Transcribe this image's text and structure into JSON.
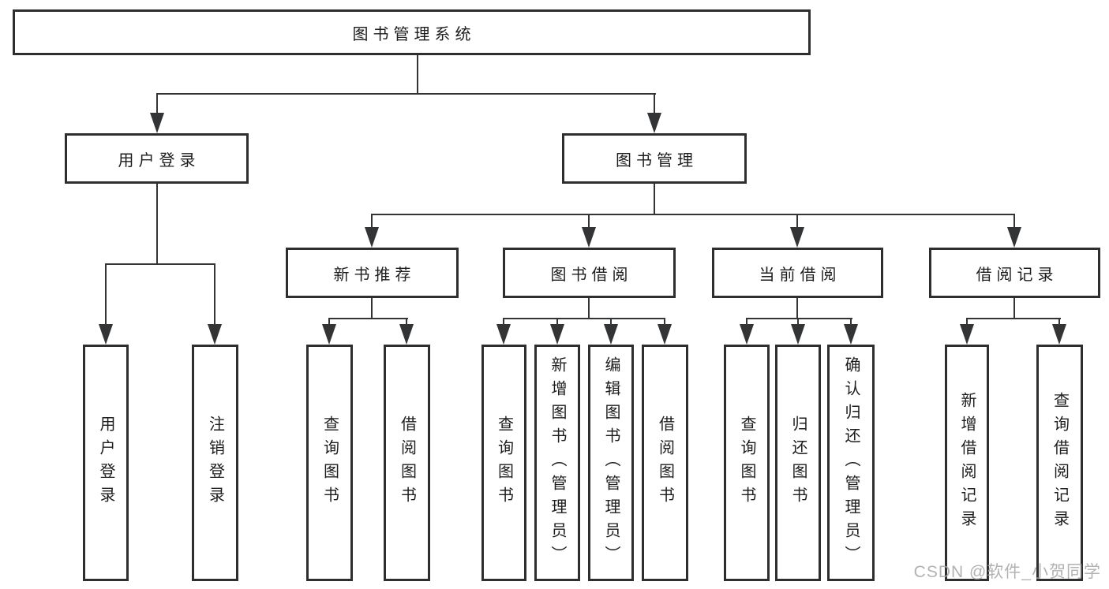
{
  "diagram": {
    "title": "图书管理系统",
    "nodes": {
      "root": "图书管理系统",
      "login": "用户登录",
      "mgmt": "图书管理",
      "l2": [
        "新书推荐",
        "图书借阅",
        "当前借阅",
        "借阅记录"
      ],
      "loginChildren": [
        "用户登录",
        "注销登录"
      ],
      "newbookChildren": [
        "查询图书",
        "借阅图书"
      ],
      "borrowChildren": [
        "查询图书",
        "新增图书（管理员）",
        "编辑图书（管理员）",
        "借阅图书"
      ],
      "currentChildren": [
        "查询图书",
        "归还图书",
        "确认归还（管理员）"
      ],
      "recordChildren": [
        "新增借阅记录",
        "查询借阅记录"
      ]
    },
    "colors": {
      "border": "#2d2e30",
      "line": "#333436",
      "text": "#1d1d1d",
      "background": "#ffffff",
      "watermark": "#a5a5a5"
    }
  },
  "watermark": "CSDN @软件_小贺同学"
}
